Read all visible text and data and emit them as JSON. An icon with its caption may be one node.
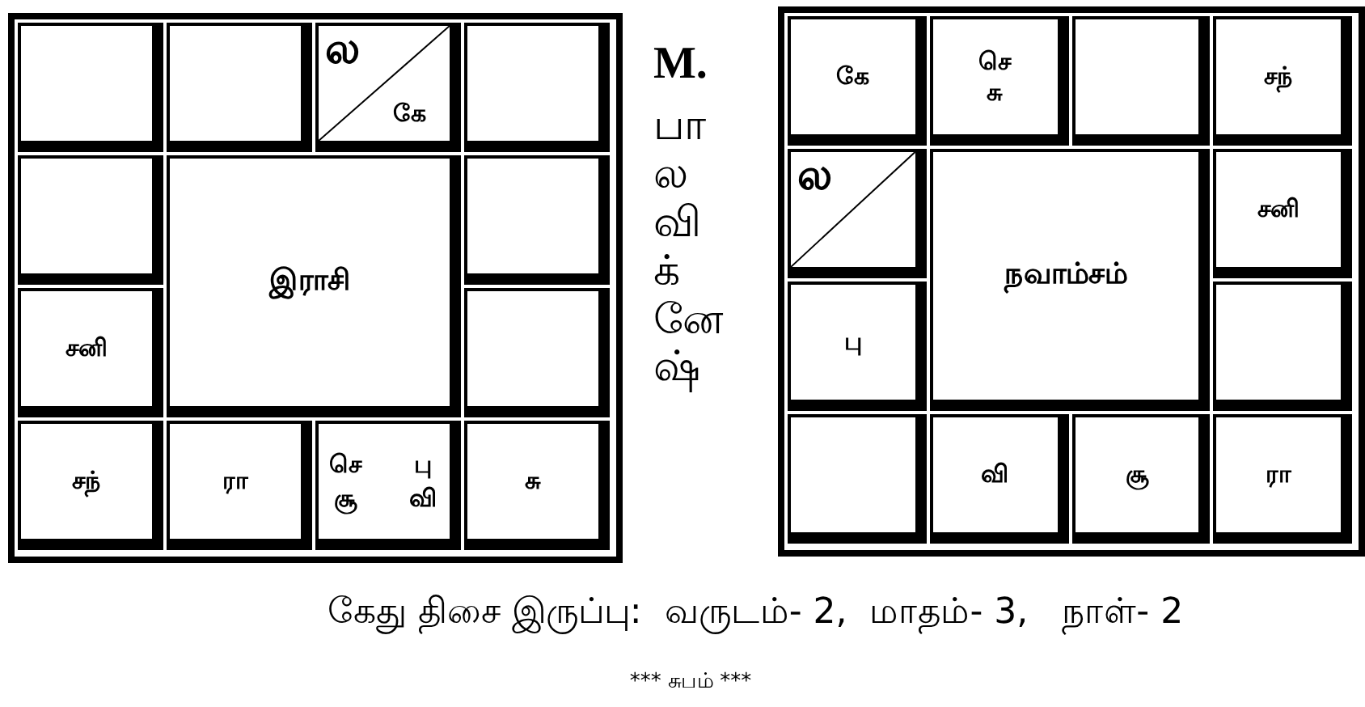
{
  "diagram": {
    "nodes": [
      {
        "text": [],
        "shape": "box"
      },
      {
        "text": [],
        "shape": "box",
        "in": 0
      },
      {
        "text": [],
        "shape": "box",
        "in": 0
      },
      {
        "text": [
          "ல",
          "கே"
        ],
        "in": 0
      },
      {
        "text": [],
        "shape": "box",
        "in": 0
      },
      {
        "text": [],
        "shape": "box",
        "in": 0
      },
      {
        "text": [
          "இராசி"
        ],
        "in": 0
      },
      {
        "text": [],
        "shape": "box",
        "in": 0
      },
      {
        "text": [
          "சனி"
        ],
        "in": 0
      },
      {
        "text": [],
        "shape": "box",
        "in": 0
      },
      {
        "text": [
          "சந்"
        ],
        "in": 0
      },
      {
        "text": [
          "ரா"
        ],
        "in": 0
      },
      {
        "text": [
          "செ",
          "பு",
          "சூ",
          "வி"
        ],
        "in": 0
      },
      {
        "text": [
          "சு"
        ],
        "in": 0
      },
      {
        "text": [],
        "shape": "box"
      },
      {
        "text": [
          "கே"
        ],
        "in": 14
      },
      {
        "text": [
          "செ",
          "சு"
        ],
        "in": 14
      },
      {
        "text": [],
        "shape": "box",
        "in": 14
      },
      {
        "text": [
          "சந்"
        ],
        "in": 14
      },
      {
        "text": [
          "ல"
        ],
        "in": 14
      },
      {
        "text": [
          "நவாம்சம்"
        ],
        "in": 14
      },
      {
        "text": [
          "சனி"
        ],
        "in": 14
      },
      {
        "text": [
          "பு"
        ],
        "in": 14
      },
      {
        "text": [],
        "shape": "box",
        "in": 14
      },
      {
        "text": [],
        "shape": "box",
        "in": 14
      },
      {
        "text": [
          "வி"
        ],
        "in": 14
      },
      {
        "text": [
          "சூ"
        ],
        "in": 14
      },
      {
        "text": [
          "ரா"
        ],
        "in": 14
      }
    ],
    "labels": [
      "M.",
      "பாலவிக்னேஷ்",
      "கேது திசை இருப்பு:  வருடம்- 2,  மாதம்- 3,   நாள்- 2",
      "*** சுபம் ***"
    ]
  }
}
